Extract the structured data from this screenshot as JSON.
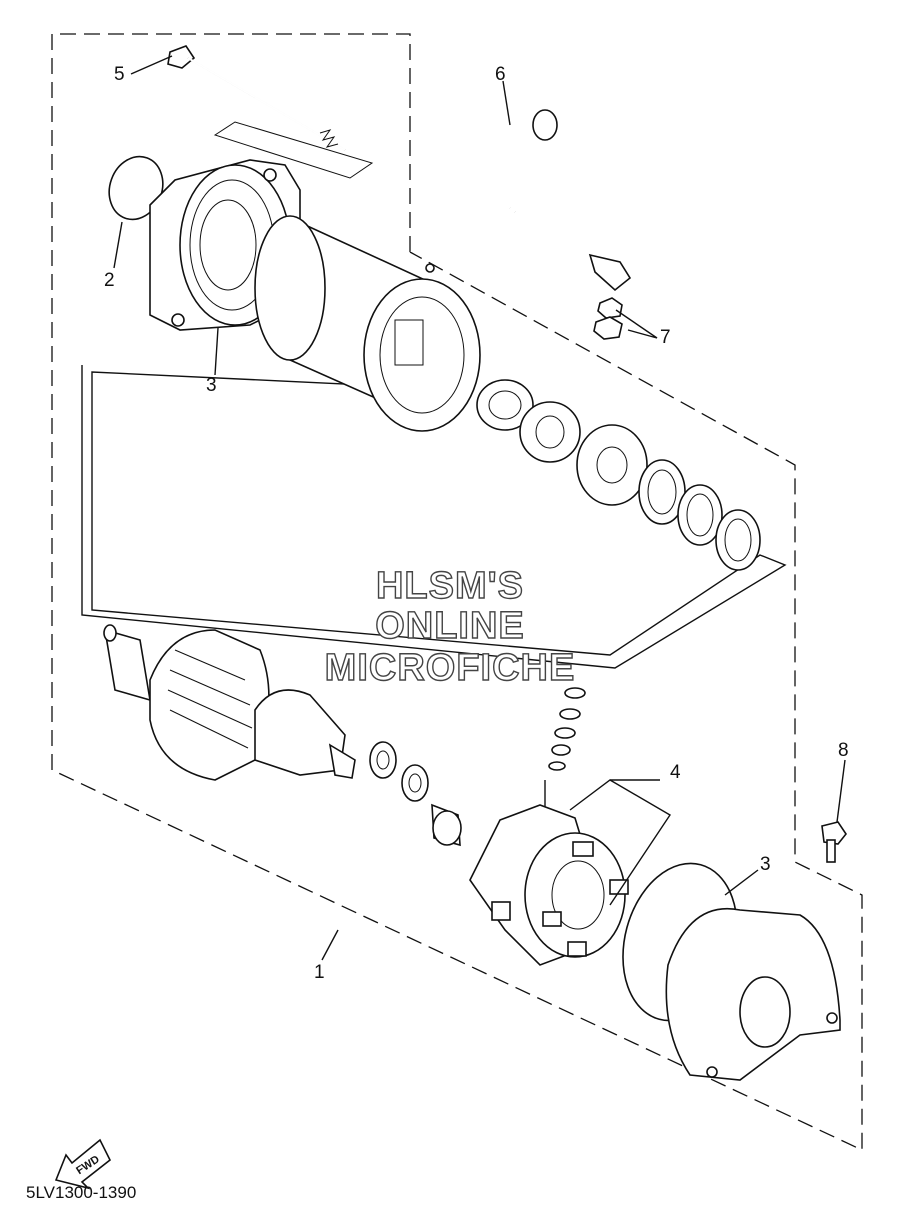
{
  "diagram": {
    "callouts": [
      "1",
      "2",
      "3",
      "3",
      "4",
      "5",
      "6",
      "7",
      "8"
    ],
    "watermark": {
      "line1": "HLSM'S",
      "line2": "ONLINE",
      "line3": "MICROFICHE"
    },
    "fwd_label": "FWD",
    "code": "5LV1300-1390"
  }
}
